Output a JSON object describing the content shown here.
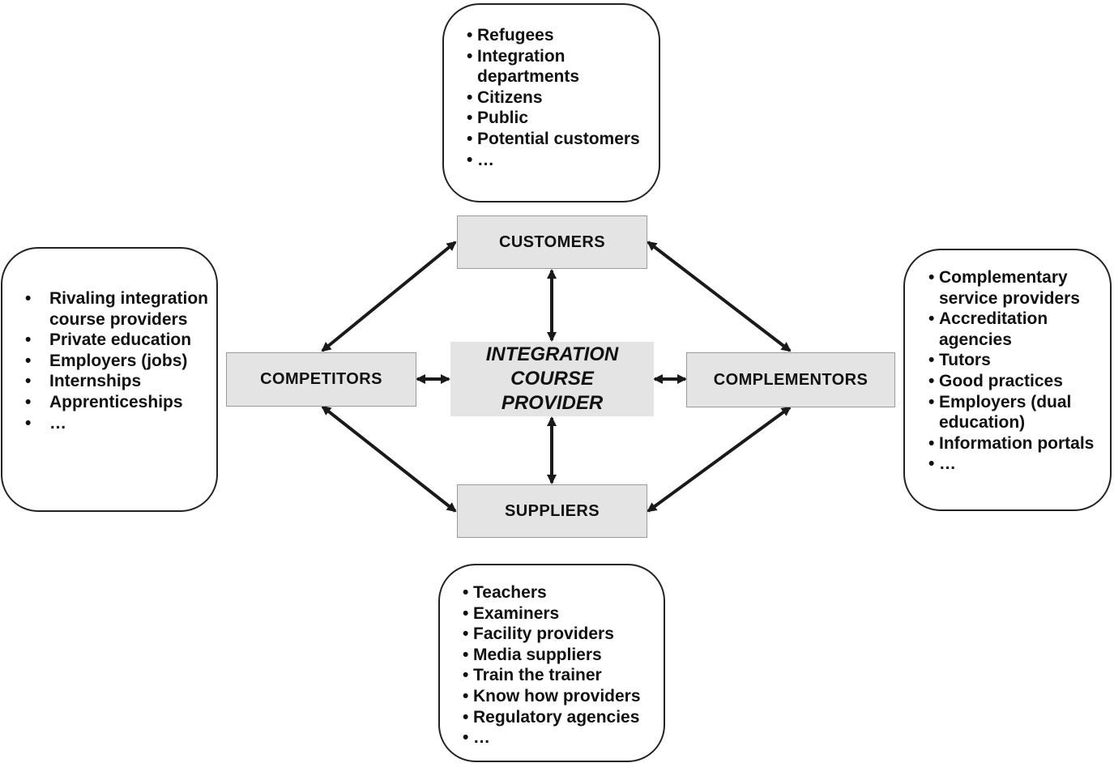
{
  "center": {
    "label": "INTEGRATION COURSE PROVIDER"
  },
  "nodes": {
    "customers": "CUSTOMERS",
    "competitors": "COMPETITORS",
    "complementors": "COMPLEMENTORS",
    "suppliers": "SUPPLIERS"
  },
  "notes": {
    "customers": {
      "items": [
        "Refugees",
        "Integration departments",
        "Citizens",
        "Public",
        "Potential customers",
        "…"
      ]
    },
    "competitors": {
      "items": [
        "Rivaling integration course providers",
        "Private education",
        "Employers (jobs)",
        "Internships",
        "Apprenticeships",
        "…"
      ]
    },
    "complementors": {
      "items": [
        "Complementary service providers",
        "Accreditation agencies",
        "Tutors",
        "Good practices",
        "Employers (dual education)",
        "Information portals",
        "…"
      ]
    },
    "suppliers": {
      "items": [
        "Teachers",
        "Examiners",
        "Facility providers",
        "Media suppliers",
        "Train the trainer",
        "Know how providers",
        "Regulatory agencies",
        "…"
      ]
    }
  },
  "colors": {
    "box_fill": "#e4e4e4",
    "box_border": "#9a9a9a",
    "outline": "#222222",
    "arrow": "#1a1a1a"
  }
}
